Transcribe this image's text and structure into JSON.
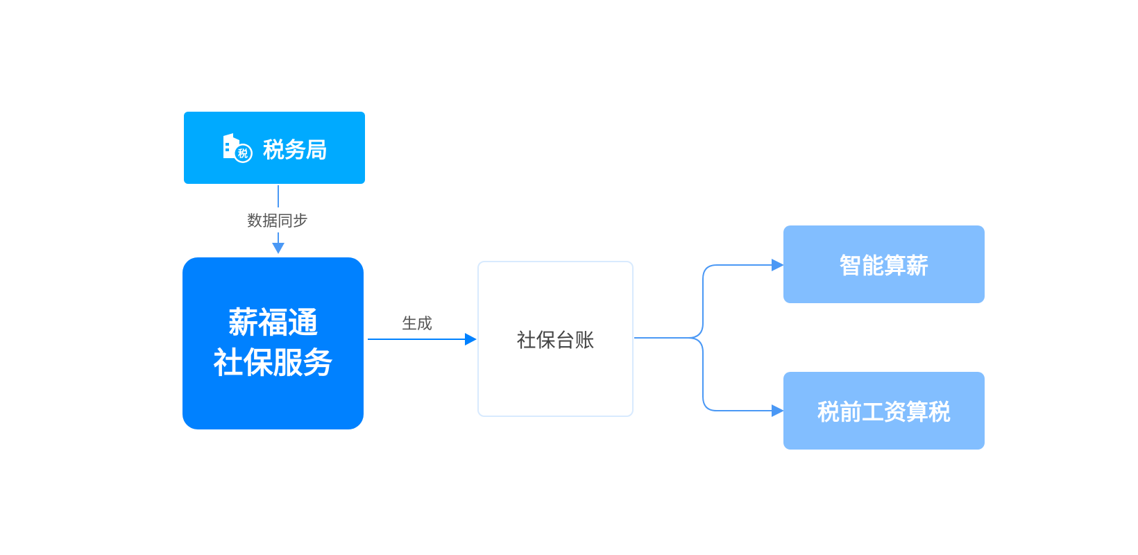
{
  "nodes": {
    "tax_bureau": {
      "label": "税务局",
      "icon": "tax-building-icon",
      "icon_badge": "税"
    },
    "core_service": {
      "line1": "薪福通",
      "line2": "社保服务"
    },
    "ledger": {
      "label": "社保台账"
    },
    "smart_salary": {
      "label": "智能算薪"
    },
    "pretax": {
      "label": "税前工资算税"
    }
  },
  "edges": {
    "sync": {
      "label": "数据同步"
    },
    "generate": {
      "label": "生成"
    }
  },
  "colors": {
    "tax_bureau_bg": "#00aaff",
    "core_bg": "#0081ff",
    "output_bg": "#82beff",
    "ledger_border": "#d8eafe",
    "connector": "#4a98f5",
    "arrow_head": "#0081ff"
  }
}
